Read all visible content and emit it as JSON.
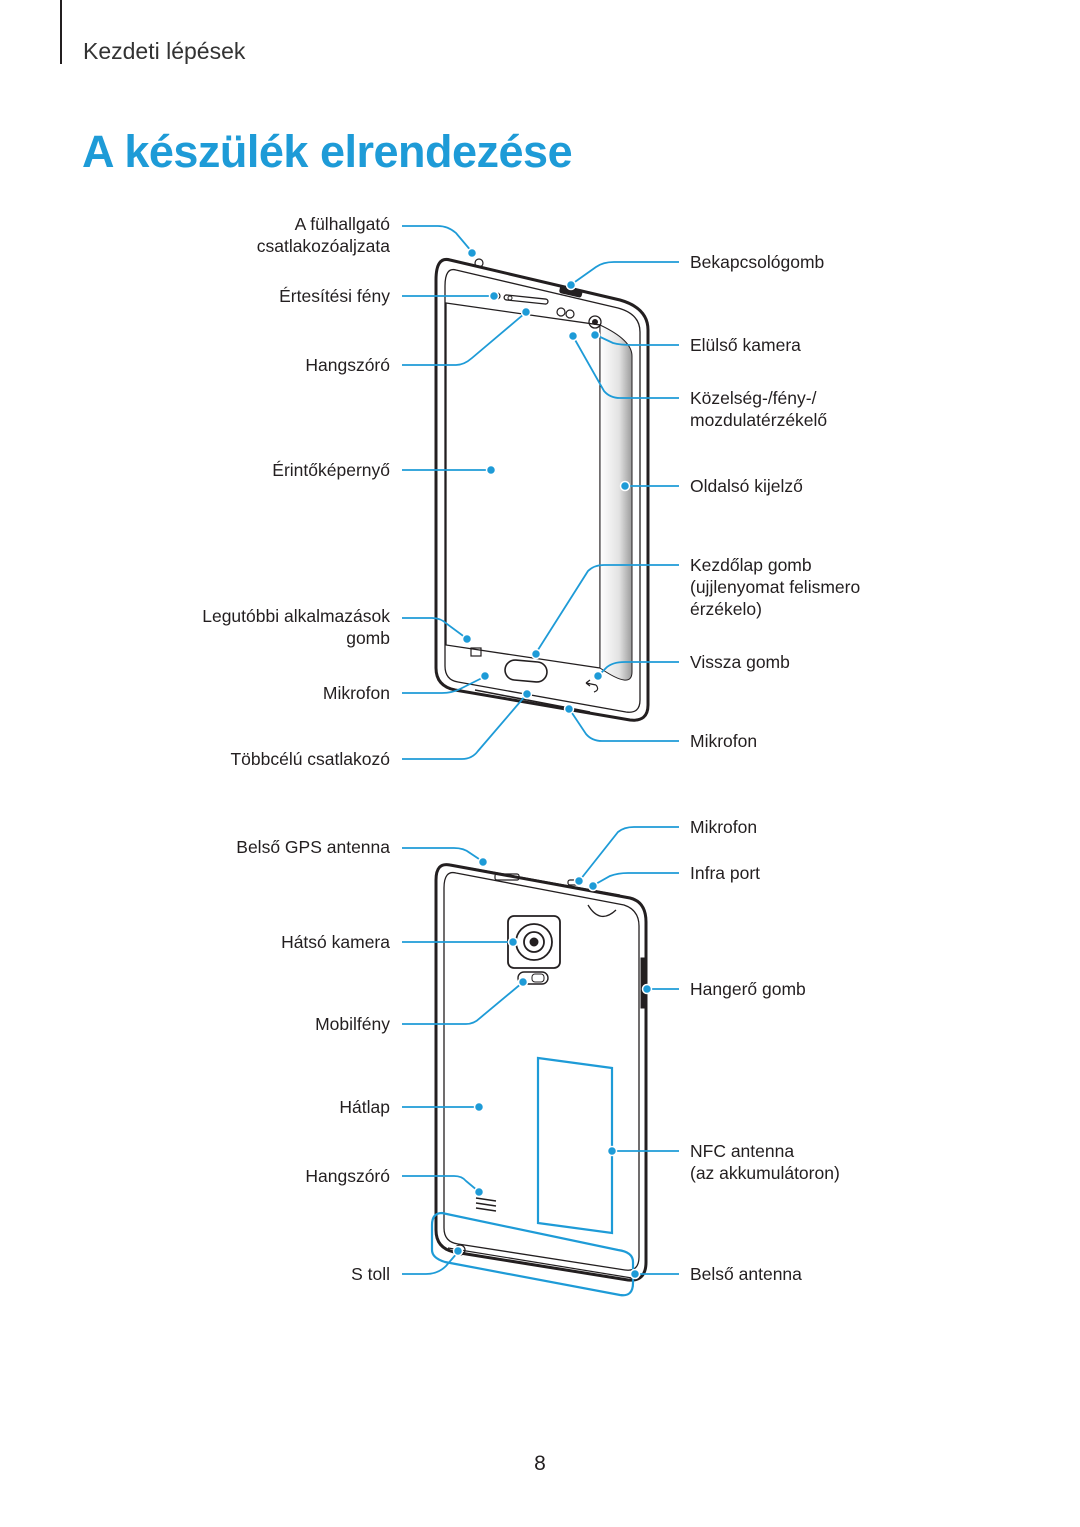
{
  "header": {
    "section": "Kezdeti lépések"
  },
  "title": "A készülék elrendezése",
  "front": {
    "left": [
      [
        "A fülhallgató",
        "csatlakozóaljzata"
      ],
      [
        "Értesítési fény"
      ],
      [
        "Hangszóró"
      ],
      [
        "Érintőképernyő"
      ],
      [
        "Legutóbbi alkalmazások",
        "gomb"
      ],
      [
        "Mikrofon"
      ],
      [
        "Többcélú csatlakozó"
      ]
    ],
    "right": [
      [
        "Bekapcsológomb"
      ],
      [
        "Elülső kamera"
      ],
      [
        "Közelség-/fény-/",
        "mozdulatérzékelő"
      ],
      [
        "Oldalsó kijelző"
      ],
      [
        "Kezdőlap gomb",
        "(ujjlenyomat felismero",
        "érzékelo)"
      ],
      [
        "Vissza gomb"
      ],
      [
        "Mikrofon"
      ]
    ]
  },
  "back": {
    "left": [
      [
        "Belső GPS antenna"
      ],
      [
        "Hátsó kamera"
      ],
      [
        "Mobilfény"
      ],
      [
        "Hátlap"
      ],
      [
        "Hangszóró"
      ],
      [
        "S toll"
      ]
    ],
    "right": [
      [
        "Mikrofon"
      ],
      [
        "Infra port"
      ],
      [
        "Hangerő gomb"
      ],
      [
        "NFC antenna",
        "(az akkumulátoron)"
      ],
      [
        "Belső antenna"
      ]
    ]
  },
  "colors": {
    "accent": "#1e9bd7",
    "text": "#231f20"
  },
  "page_number": "8"
}
